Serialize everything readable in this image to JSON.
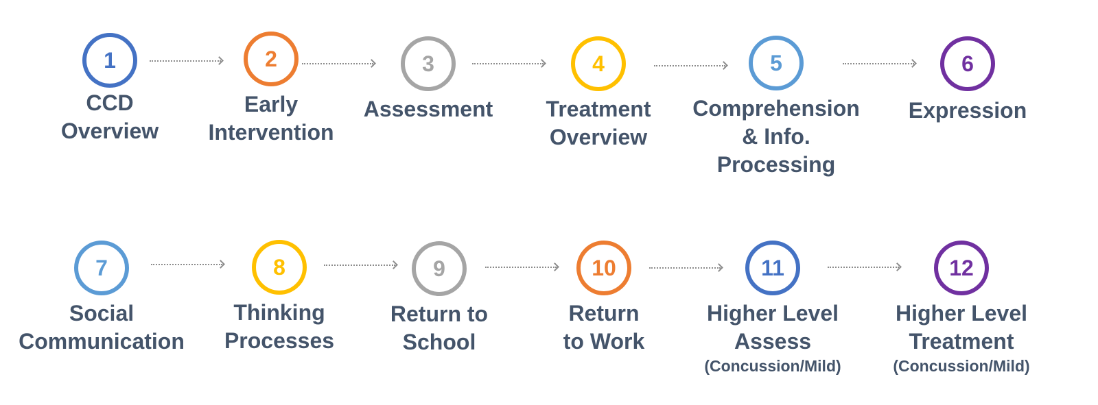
{
  "colors": {
    "blue": "#4472c4",
    "orange": "#ed7d31",
    "gray": "#a5a5a5",
    "yellow": "#ffc000",
    "lightblue": "#5b9bd5",
    "purple": "#7030a0",
    "text": "#44546a"
  },
  "steps": [
    {
      "number": "1",
      "lines": [
        "CCD",
        "Overview"
      ],
      "color": "#4472c4"
    },
    {
      "number": "2",
      "lines": [
        "Early",
        "Intervention"
      ],
      "color": "#ed7d31"
    },
    {
      "number": "3",
      "lines": [
        "Assessment"
      ],
      "color": "#a5a5a5"
    },
    {
      "number": "4",
      "lines": [
        "Treatment",
        "Overview"
      ],
      "color": "#ffc000"
    },
    {
      "number": "5",
      "lines": [
        "Comprehension",
        "& Info.",
        "Processing"
      ],
      "color": "#5b9bd5"
    },
    {
      "number": "6",
      "lines": [
        "Expression"
      ],
      "color": "#7030a0"
    },
    {
      "number": "7",
      "lines": [
        "Social",
        "Communication"
      ],
      "color": "#5b9bd5"
    },
    {
      "number": "8",
      "lines": [
        "Thinking",
        "Processes"
      ],
      "color": "#ffc000"
    },
    {
      "number": "9",
      "lines": [
        "Return to",
        "School"
      ],
      "color": "#a5a5a5"
    },
    {
      "number": "10",
      "lines": [
        "Return",
        "to Work"
      ],
      "color": "#ed7d31"
    },
    {
      "number": "11",
      "lines": [
        "Higher Level",
        "Assess"
      ],
      "sub": "(Concussion/Mild)",
      "color": "#4472c4"
    },
    {
      "number": "12",
      "lines": [
        "Higher Level",
        "Treatment"
      ],
      "sub": "(Concussion/Mild)",
      "color": "#7030a0"
    }
  ]
}
